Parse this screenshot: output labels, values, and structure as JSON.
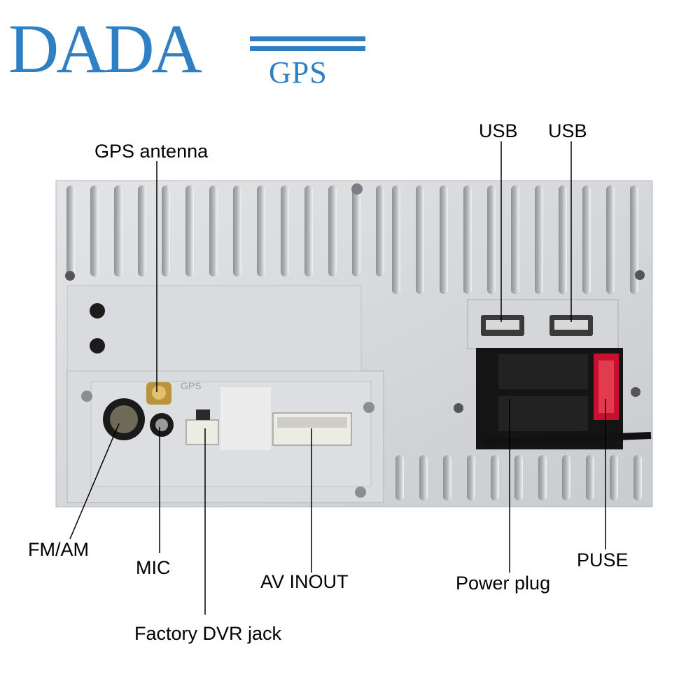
{
  "logo": {
    "main": "DADA",
    "sub": "GPS"
  },
  "labels": {
    "gps_antenna": "GPS antenna",
    "usb_1": "USB",
    "usb_2": "USB",
    "fm_am": "FM/AM",
    "mic": "MIC",
    "av_inout": "AV INOUT",
    "power_plug": "Power plug",
    "fuse": "PUSE",
    "factory_dvr": "Factory DVR jack"
  },
  "panel_print": {
    "gps": "GPS"
  },
  "colors": {
    "brand": "#2f7fc4",
    "chassis": "#d6d8db",
    "fuse": "#c8102e"
  }
}
